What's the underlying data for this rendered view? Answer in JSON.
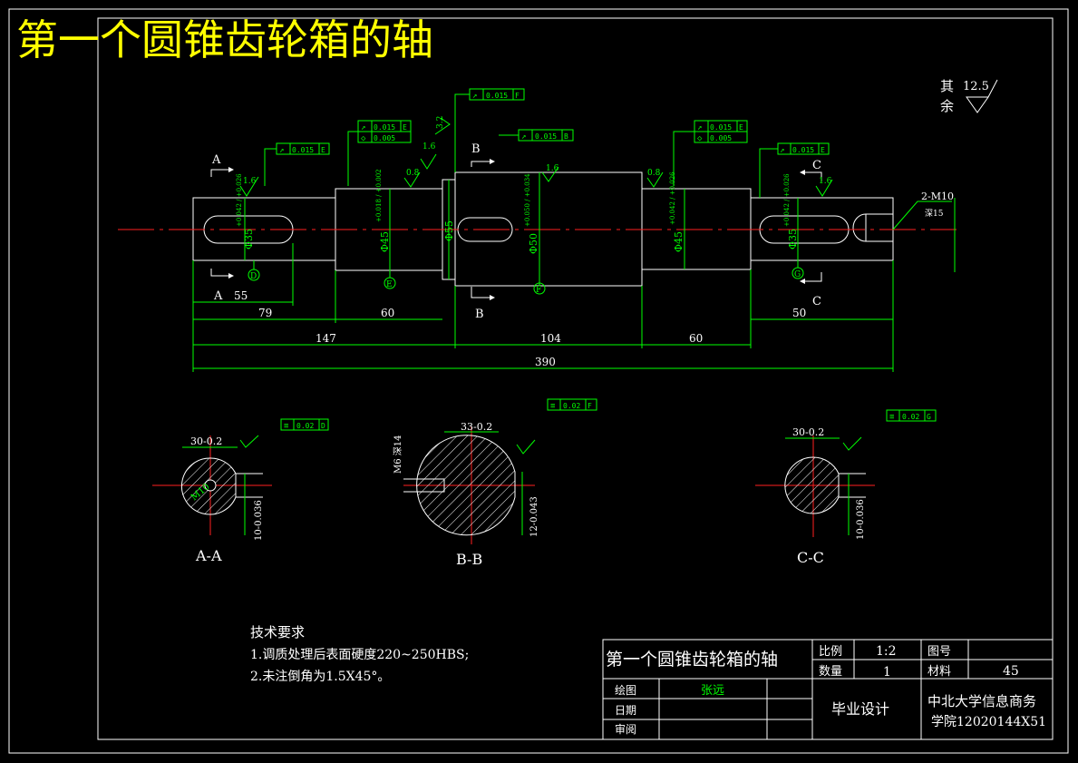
{
  "title": "第一个圆锥齿轮箱的轴",
  "roughness_note": {
    "line1": "其",
    "line2": "余",
    "value": "12.5"
  },
  "dimensions": {
    "d55": "55",
    "d79": "79",
    "d60a": "60",
    "d147": "147",
    "d104": "104",
    "d60b": "60",
    "d50": "50",
    "d390": "390",
    "dia35a": "Φ35",
    "dia35a_tol": "+0.042 / +0.026",
    "dia45a": "Φ45",
    "dia45a_tol": "+0.018 / +0.002",
    "dia55": "Φ55",
    "dia50": "Φ50",
    "dia50_tol": "+0.050 / +0.034",
    "dia45b": "Φ45",
    "dia45b_tol": "+0.042 / +0.026",
    "dia35b": "Φ35",
    "dia35b_tol": "+0.042 / +0.026",
    "thread": "2-M10",
    "thread_depth": "深15"
  },
  "gdt": {
    "g1": {
      "sym": "↗",
      "val": "0.015",
      "ref": "E"
    },
    "g2a": {
      "sym": "↗",
      "val": "0.015",
      "ref": "E"
    },
    "g2b": {
      "sym": "◇",
      "val": "0.005",
      "ref": ""
    },
    "g3": {
      "sym": "↗",
      "val": "0.015",
      "ref": "F"
    },
    "g4": {
      "sym": "↗",
      "val": "0.015",
      "ref": "B"
    },
    "g5a": {
      "sym": "↗",
      "val": "0.015",
      "ref": "E"
    },
    "g5b": {
      "sym": "◇",
      "val": "0.005",
      "ref": ""
    },
    "g6": {
      "sym": "↗",
      "val": "0.015",
      "ref": "E"
    },
    "sAA": {
      "sym": "≡",
      "val": "0.02",
      "ref": "D"
    },
    "sBB": {
      "sym": "≡",
      "val": "0.02",
      "ref": "F"
    },
    "sCC": {
      "sym": "≡",
      "val": "0.02",
      "ref": "G"
    }
  },
  "roughness": {
    "r16a": "1.6",
    "r08a": "0.8",
    "r16b": "1.6",
    "r32": "3.2",
    "r16c": "1.6",
    "r08b": "0.8",
    "r16d": "1.6"
  },
  "datums": {
    "D": "D",
    "E": "E",
    "F": "F",
    "G": "G"
  },
  "section_marks": {
    "A": "A",
    "B": "B",
    "C": "C"
  },
  "sections": {
    "aa": {
      "label": "A-A",
      "width": "30-0.2",
      "depth": "10-0.036",
      "thread": "M10"
    },
    "bb": {
      "label": "B-B",
      "width": "33-0.2",
      "depth": "12-0.043",
      "thread": "M6 深14"
    },
    "cc": {
      "label": "C-C",
      "width": "30-0.2",
      "depth": "10-0.036"
    }
  },
  "tech_requirements": {
    "heading": "技术要求",
    "item1": "1.调质处理后表面硬度220~250HBS;",
    "item2": "2.未注倒角为1.5X45°。"
  },
  "title_block": {
    "name": "第一个圆锥齿轮箱的轴",
    "scale_label": "比例",
    "scale_value": "1:2",
    "drawing_no_label": "图号",
    "drawing_no_value": "",
    "qty_label": "数量",
    "qty_value": "1",
    "material_label": "材料",
    "material_value": "45",
    "drawn_label": "绘图",
    "drawn_value": "张远",
    "date_label": "日期",
    "review_label": "审阅",
    "project": "毕业设计",
    "org_line1": "中北大学信息商务",
    "org_line2": "学院12020144X51"
  },
  "colors": {
    "background": "#000000",
    "outline": "#ffffff",
    "dimension": "#00ff00",
    "centerline": "#ff2020",
    "title": "#ffff00"
  }
}
